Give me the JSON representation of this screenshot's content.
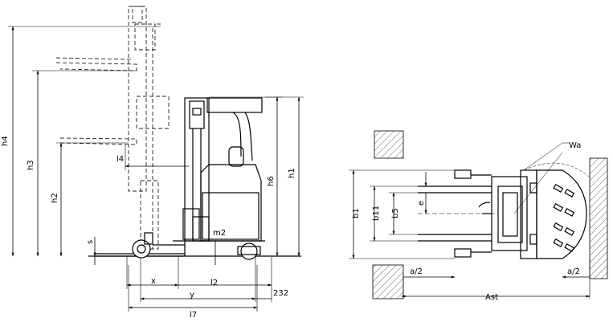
{
  "side_view": {
    "labels": {
      "h4": "h4",
      "h3": "h3",
      "h2": "h2",
      "h6": "h6",
      "h1": "h1",
      "l4": "l4",
      "s": "s",
      "m2": "m2",
      "x": "x",
      "l2": "l2",
      "y": "y",
      "l7": "l7",
      "dim_232": "232"
    }
  },
  "top_view": {
    "labels": {
      "wa": "Wa",
      "b1": "b1",
      "b11": "b11",
      "b5": "b5",
      "e": "e",
      "a2_left": "a/2",
      "a2_right": "a/2",
      "ast": "Ast"
    }
  }
}
